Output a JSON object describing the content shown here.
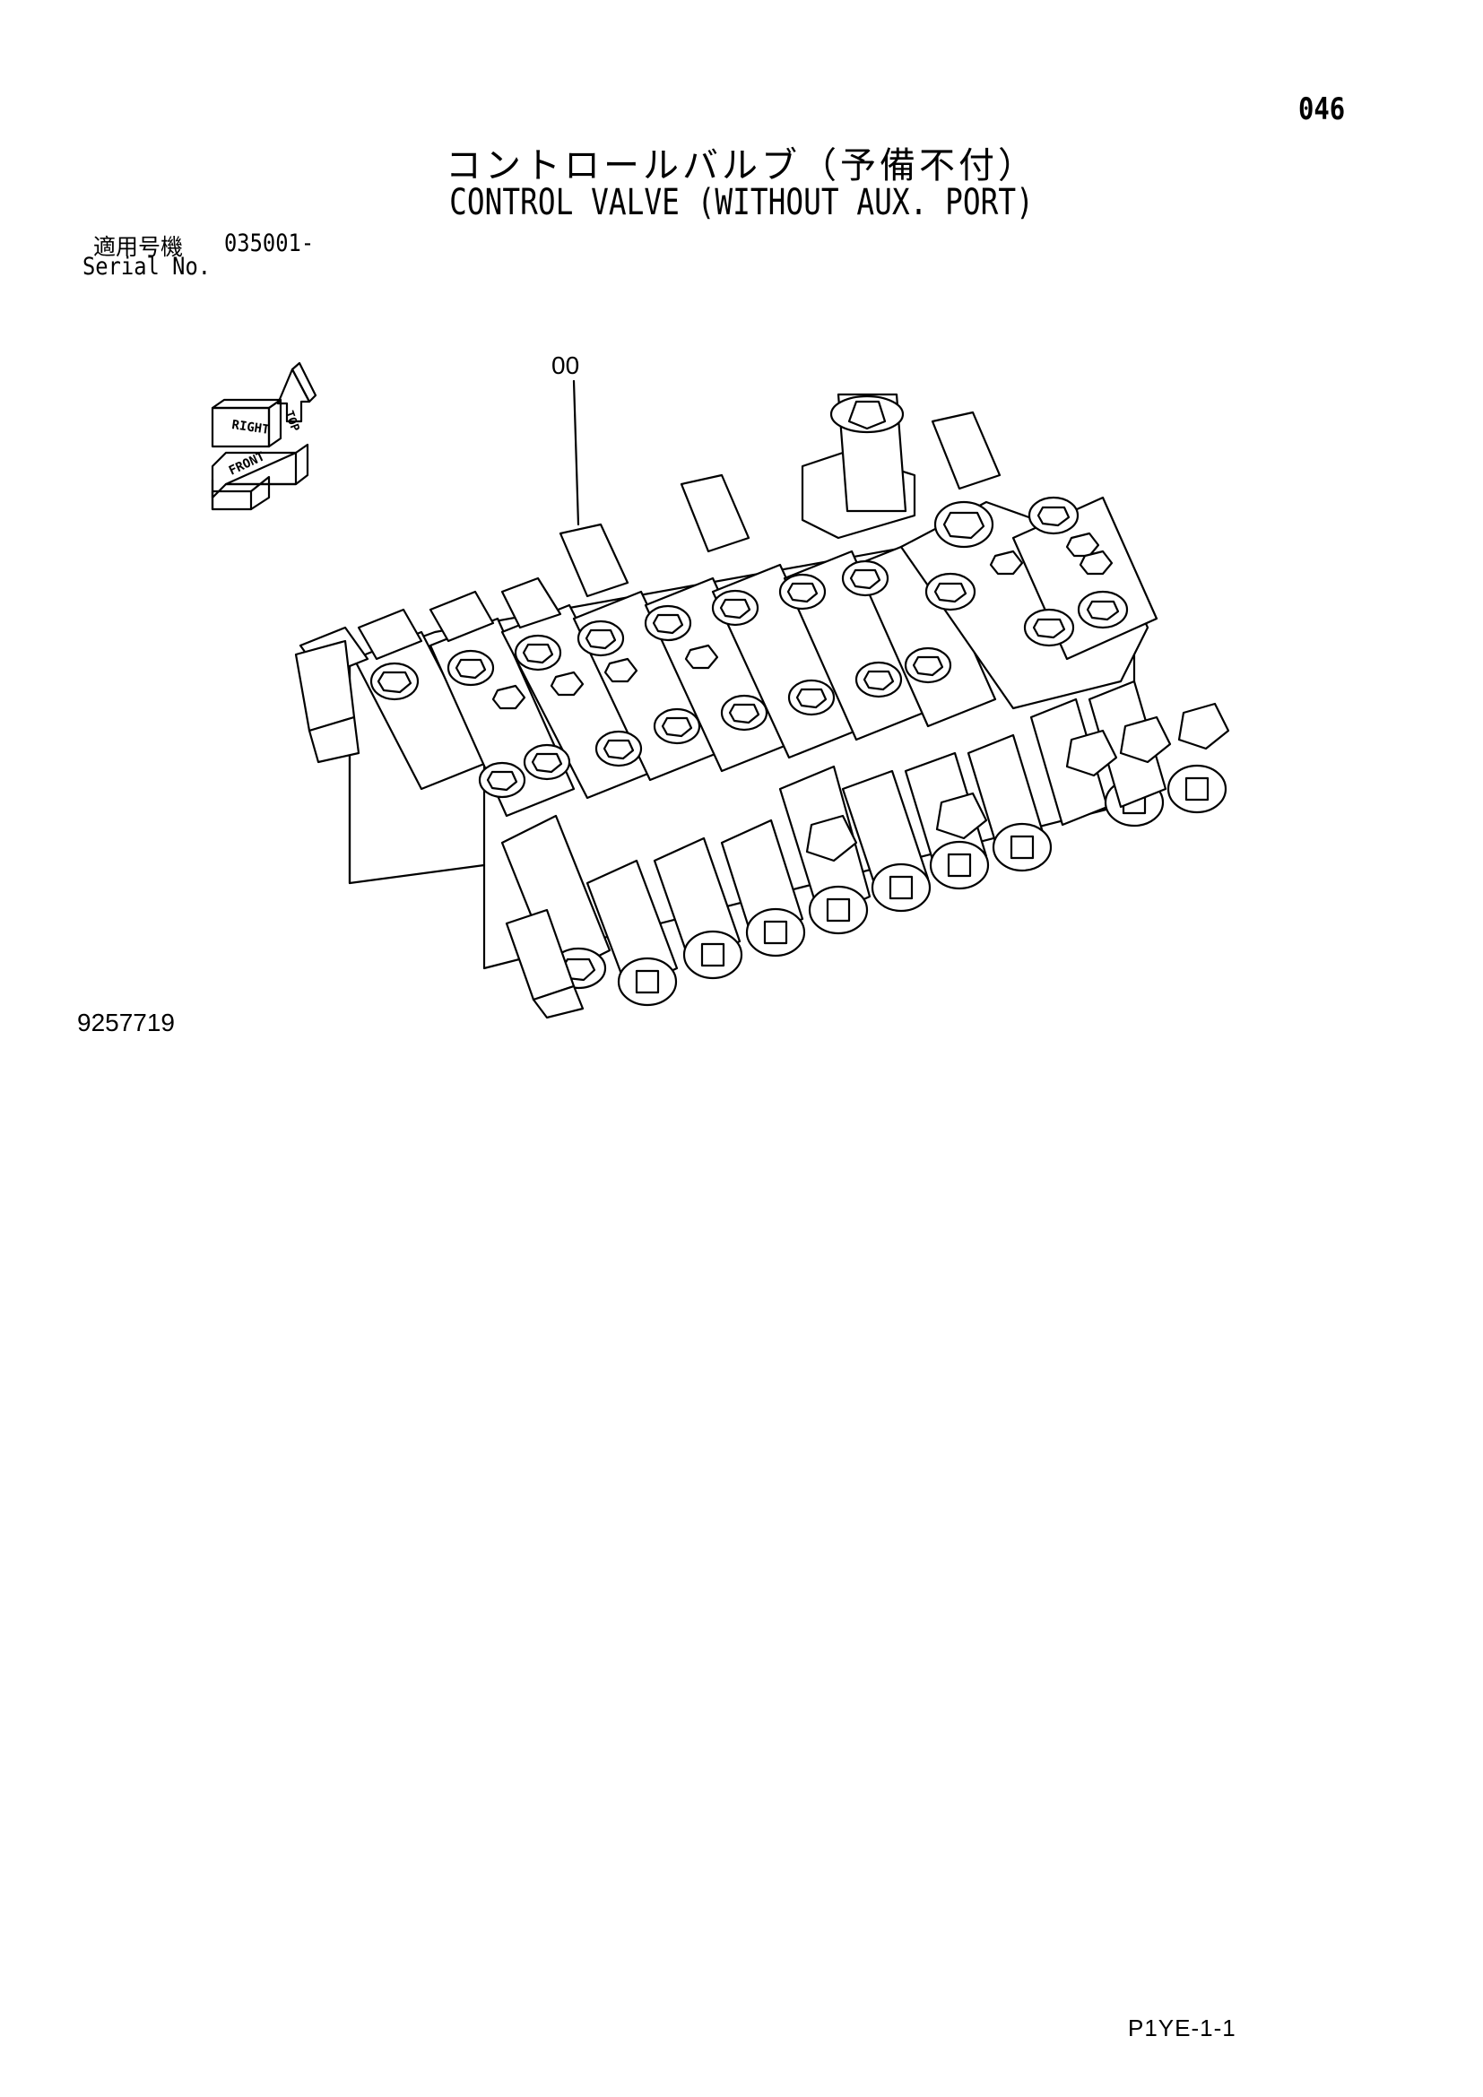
{
  "page_number": "046",
  "title_jp": "コントロールバルブ（予備不付）",
  "title_en": "CONTROL VALVE (WITHOUT AUX. PORT)",
  "serial": {
    "label_jp": "適用号機",
    "range": "035001-",
    "label_en": "Serial No."
  },
  "callout": "00",
  "orientation_legend": {
    "labels": [
      "TOP",
      "RIGHT",
      "FRONT"
    ]
  },
  "drawing_number": "9257719",
  "page_code": "P1YE-1-1"
}
